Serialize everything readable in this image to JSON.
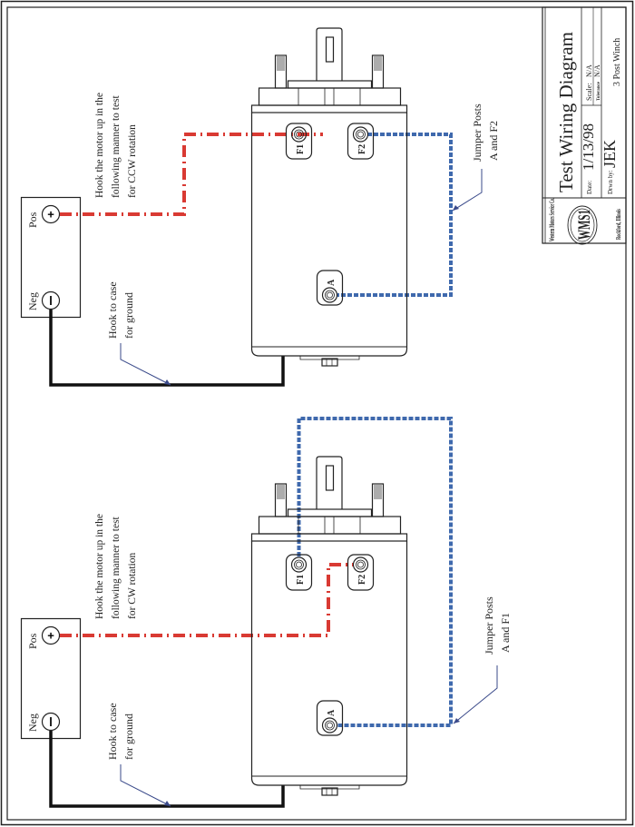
{
  "title_block": {
    "title": "Test Wiring Diagram",
    "date_label": "Date:",
    "date_value": "1/13/98",
    "drawn_by_label": "Drwn by:",
    "drawn_by_value": "JEK",
    "scale_label": "Scale:",
    "scale_value": "N/A",
    "tolerance_label": "Tolerance",
    "tolerance_value": "N/A",
    "part_name": "3 Post Winch",
    "company_name": "Western Motors Service Co.",
    "company_logo": "WMS1",
    "company_location": "Rockford, Illinois"
  },
  "colors": {
    "positive_wire": "#d93a33",
    "jumper_wire": "#3f69ad",
    "ground_wire": "#111111",
    "leader_line": "#3a4a8a"
  },
  "diagrams": [
    {
      "id": "ccw",
      "instruction_lines": [
        "Hook the motor up in the",
        "following manner to test",
        "for CCW rotation"
      ],
      "ground_note_lines": [
        "Hook to case",
        "for ground"
      ],
      "jumper_note_lines": [
        "Jumper Posts",
        "A and F2"
      ],
      "battery": {
        "pos_label": "Pos",
        "neg_label": "Neg",
        "pos_symbol": "+",
        "neg_symbol": "-"
      },
      "terminals": {
        "f1": "F1",
        "f2": "F2",
        "a": "A"
      },
      "positive_to": "F1",
      "jumper": [
        "A",
        "F2"
      ]
    },
    {
      "id": "cw",
      "instruction_lines": [
        "Hook the motor up in the",
        "following manner to test",
        "for CW rotation"
      ],
      "ground_note_lines": [
        "Hook to case",
        "for ground"
      ],
      "jumper_note_lines": [
        "Jumper Posts",
        "A and F1"
      ],
      "battery": {
        "pos_label": "Pos",
        "neg_label": "Neg",
        "pos_symbol": "+",
        "neg_symbol": "-"
      },
      "terminals": {
        "f1": "F1",
        "f2": "F2",
        "a": "A"
      },
      "positive_to": "F2",
      "jumper": [
        "A",
        "F1"
      ]
    }
  ]
}
